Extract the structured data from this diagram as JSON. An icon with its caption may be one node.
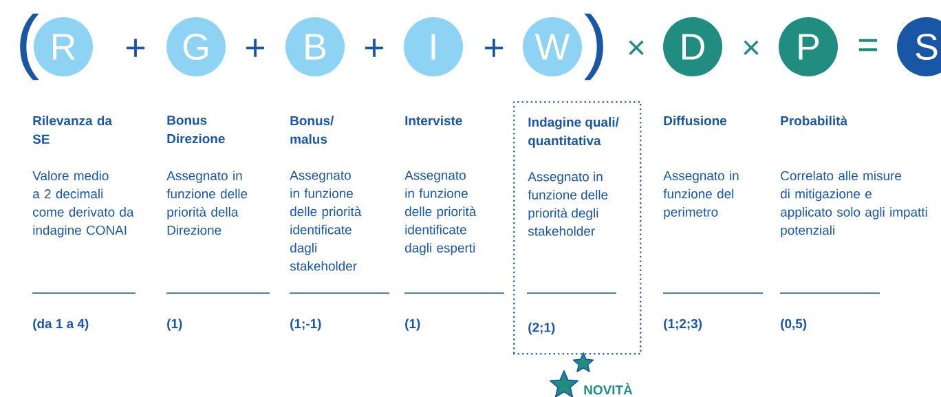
{
  "diagram": {
    "nodes": [
      {
        "text": [
          "R"
        ]
      },
      {
        "text": [
          "G"
        ]
      },
      {
        "text": [
          "B"
        ]
      },
      {
        "text": [
          "I"
        ]
      },
      {
        "text": [
          "W"
        ]
      },
      {
        "text": [
          "D"
        ]
      },
      {
        "text": [
          "P"
        ]
      },
      {
        "text": [
          "S"
        ]
      },
      {
        "text": [
          "Indagine quali/ quantitativa",
          "Assegnato in funzione delle priorità degli stakeholder",
          "(2;1)"
        ],
        "beside": [
          "NOVITÀ"
        ]
      }
    ],
    "edges": [],
    "labels": [
      "(",
      "+",
      "+",
      "+",
      "+",
      ")",
      "×",
      "×",
      "=",
      "Rilevanza da SE",
      "Valore medio a 2 decimali come derivato da indagine CONAI",
      "(da 1 a 4)",
      "Bonus Direzione",
      "Assegnato in funzione delle priorità della Direzione",
      "(1)",
      "Bonus/ malus",
      "Assegnato in funzione delle priorità identificate dagli stakeholder",
      "(1;-1)",
      "Interviste",
      "Assegnato in funzione delle priorità identificate dagli esperti",
      "(1)",
      "Diffusione",
      "Assegnato in funzione del perimetro",
      "(1;2;3)",
      "Probabilità",
      "Correlato alle misure di mitigazione e applicato solo agli impatti potenziali",
      "(0,5)"
    ]
  }
}
